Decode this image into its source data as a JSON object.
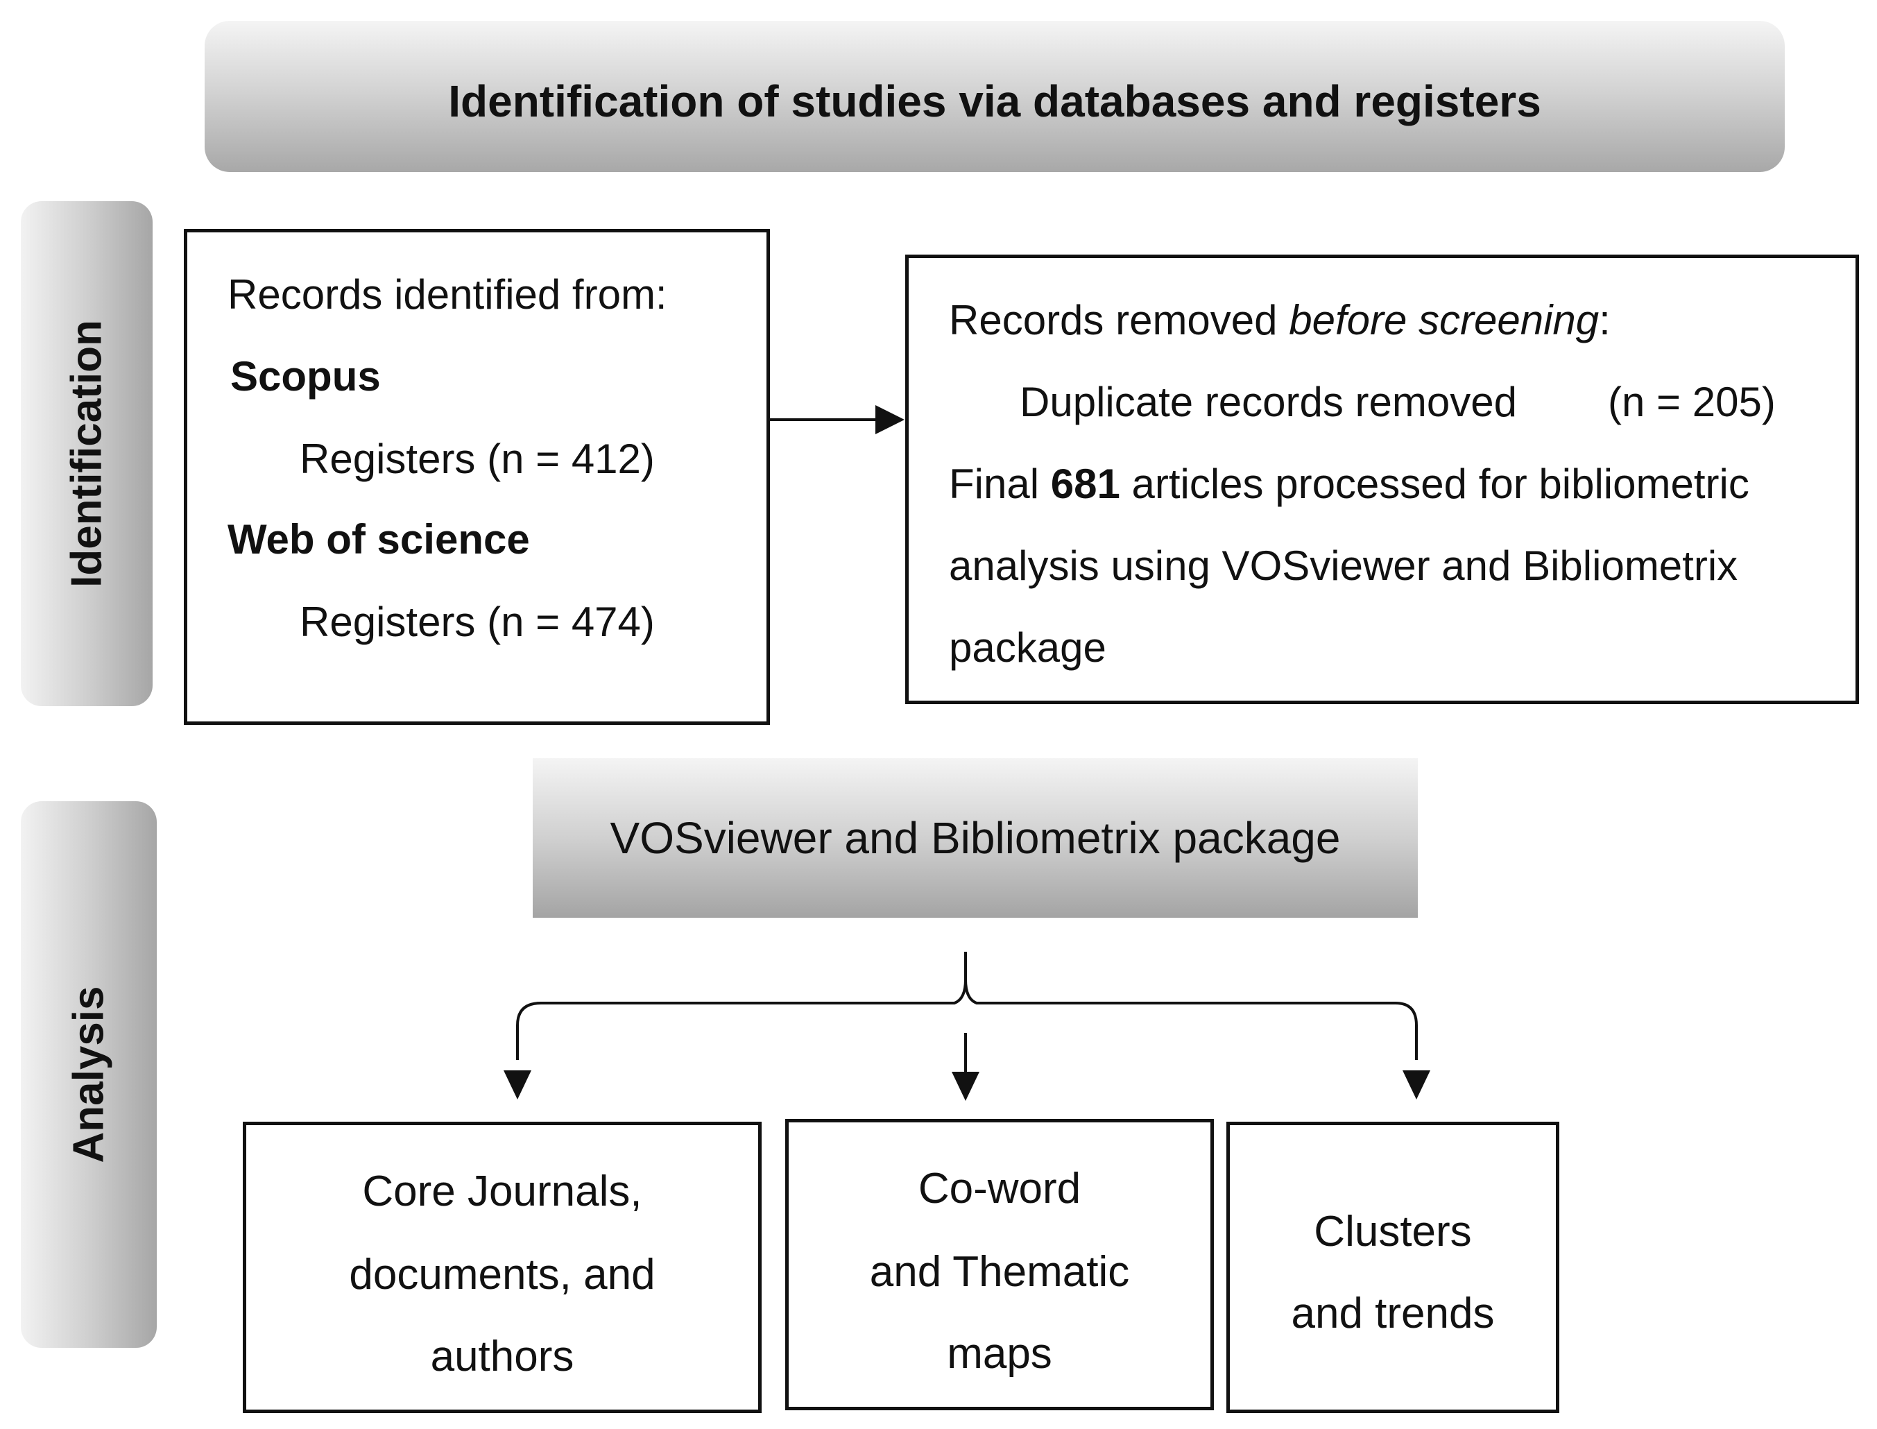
{
  "header": {
    "title": "Identification of studies via databases and registers"
  },
  "side_labels": {
    "identification": "Identification",
    "analysis": "Analysis"
  },
  "records_box": {
    "heading": "Records identified from:",
    "sources": [
      {
        "name": "Scopus",
        "registers": "Registers (n = 412)"
      },
      {
        "name": "Web of science",
        "registers": "Registers (n = 474)"
      }
    ]
  },
  "removed_box": {
    "line1_prefix": "Records removed ",
    "line1_emph": "before screening",
    "line1_suffix": ":",
    "duplicates_label": "Duplicate records removed",
    "duplicates_count": "(n = 205)",
    "final_prefix": "Final ",
    "final_count": "681",
    "final_suffix": " articles processed for bibliometric",
    "line4": "analysis using VOSviewer and Bibliometrix",
    "line5": "package"
  },
  "tool_box": {
    "label": "VOSviewer and Bibliometrix package"
  },
  "outputs": [
    {
      "lines": [
        "Core Journals,",
        "documents, and",
        "authors"
      ]
    },
    {
      "lines": [
        "Co-word",
        "and Thematic",
        "maps"
      ]
    },
    {
      "lines": [
        "Clusters",
        "and trends"
      ]
    }
  ]
}
